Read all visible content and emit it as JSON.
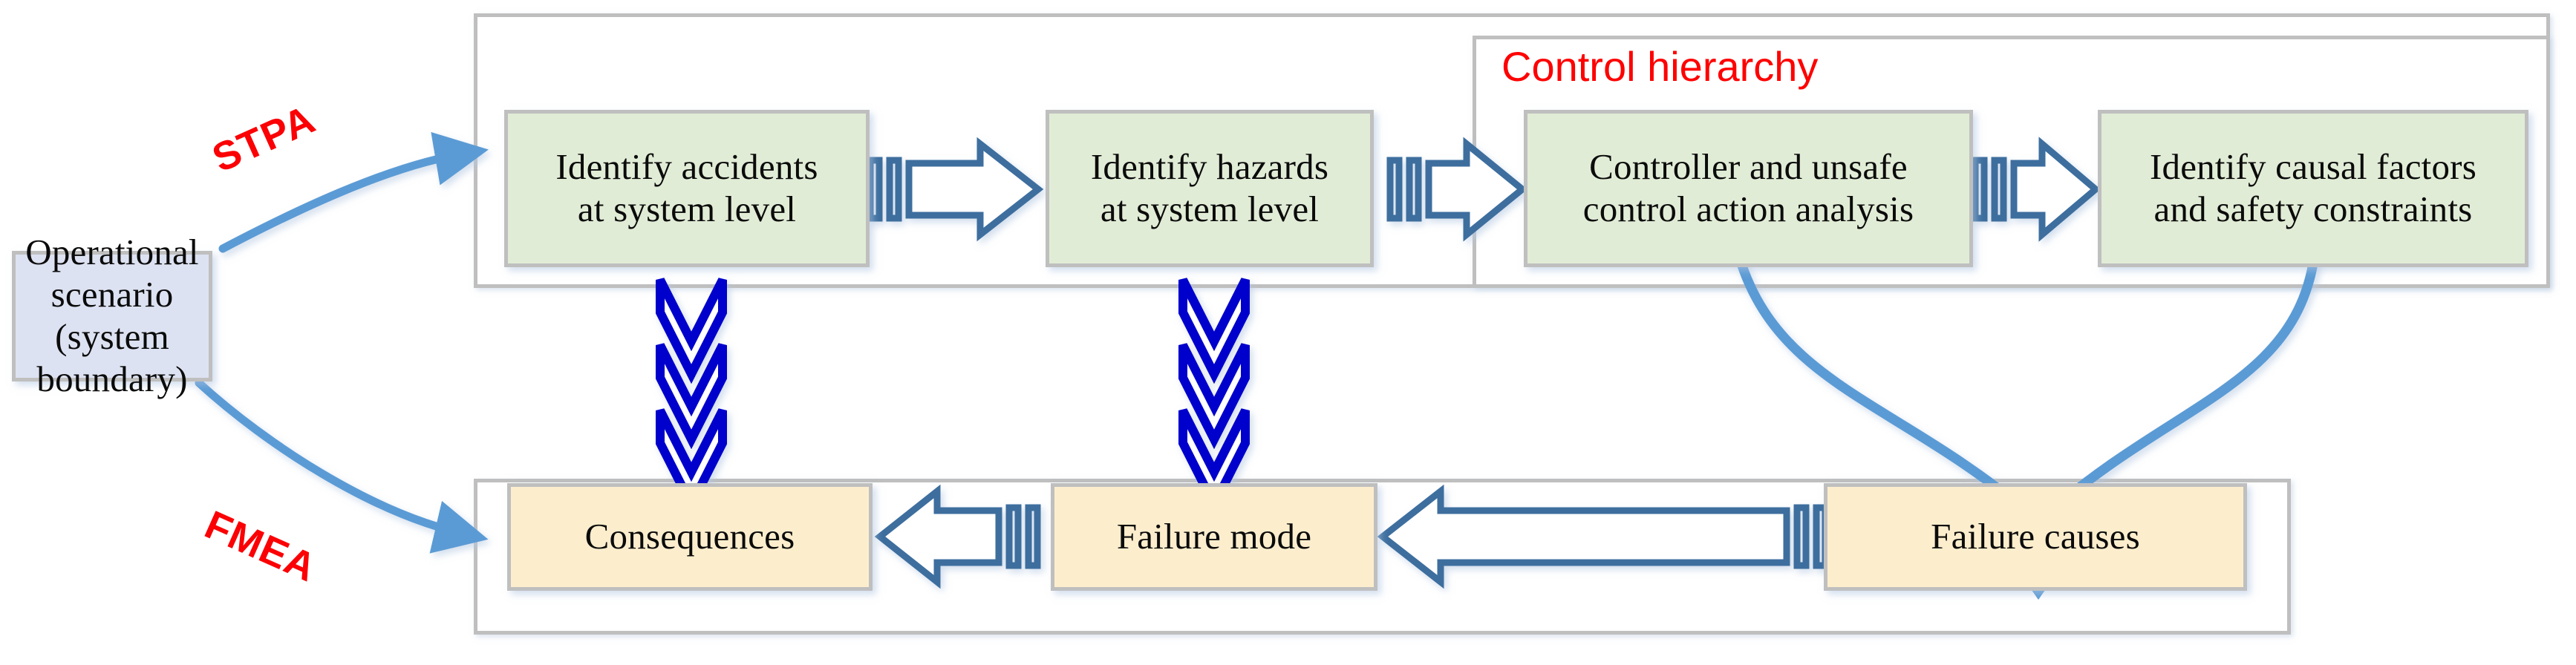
{
  "diagram": {
    "title": "STPA and FMEA combined analysis flow",
    "colors": {
      "green_box": "#e1ecd6",
      "cream_box": "#fceecd",
      "blue_box": "#dde2f2",
      "box_border": "#bfbfbf",
      "block_arrow": "#3d6e9e",
      "chevron_arrow": "#0000cc",
      "curved_arrow": "#5b9bd5",
      "label_red": "#fb0004",
      "group_border": "#bfbfbf"
    },
    "method_labels": [
      {
        "id": "stpa",
        "text": "STPA"
      },
      {
        "id": "fmea",
        "text": "FMEA"
      }
    ],
    "group_labels": [
      {
        "id": "control-hierarchy",
        "text": "Control hierarchy"
      }
    ],
    "source_box": {
      "id": "operational-scenario",
      "lines": [
        "Operational",
        "scenario",
        "(system boundary)"
      ]
    },
    "stpa_row": [
      {
        "id": "identify-accidents",
        "lines": [
          "Identify accidents",
          "at system level"
        ]
      },
      {
        "id": "identify-hazards",
        "lines": [
          "Identify hazards",
          "at system level"
        ]
      },
      {
        "id": "controller-analysis",
        "lines": [
          "Controller and unsafe",
          "control action analysis"
        ]
      },
      {
        "id": "causal-factors",
        "lines": [
          "Identify causal factors",
          "and safety constraints"
        ]
      }
    ],
    "fmea_row": [
      {
        "id": "consequences",
        "lines": [
          "Consequences"
        ]
      },
      {
        "id": "failure-mode",
        "lines": [
          "Failure mode"
        ]
      },
      {
        "id": "failure-causes",
        "lines": [
          "Failure causes"
        ]
      }
    ],
    "connectors": [
      {
        "id": "stpa-entry-curve",
        "kind": "curved-arrow",
        "from": "operational-scenario",
        "to": "stpa-group"
      },
      {
        "id": "fmea-entry-curve",
        "kind": "curved-arrow",
        "from": "operational-scenario",
        "to": "fmea-group"
      },
      {
        "id": "accidents-to-hazards",
        "kind": "striped-block-arrow",
        "direction": "right"
      },
      {
        "id": "hazards-to-controller",
        "kind": "striped-block-arrow",
        "direction": "right"
      },
      {
        "id": "controller-to-causal",
        "kind": "striped-block-arrow",
        "direction": "right"
      },
      {
        "id": "accidents-to-consequences",
        "kind": "chevron-stack",
        "direction": "down",
        "count": 3
      },
      {
        "id": "hazards-to-failure-mode",
        "kind": "chevron-stack",
        "direction": "down",
        "count": 3
      },
      {
        "id": "failure-mode-to-consequences",
        "kind": "striped-block-arrow",
        "direction": "left"
      },
      {
        "id": "failure-causes-to-failure-mode",
        "kind": "striped-block-arrow",
        "direction": "left"
      },
      {
        "id": "controller-to-failure-causes",
        "kind": "curved-arrow",
        "direction": "down"
      },
      {
        "id": "causal-to-failure-causes",
        "kind": "curved-arrow",
        "direction": "down"
      }
    ]
  }
}
